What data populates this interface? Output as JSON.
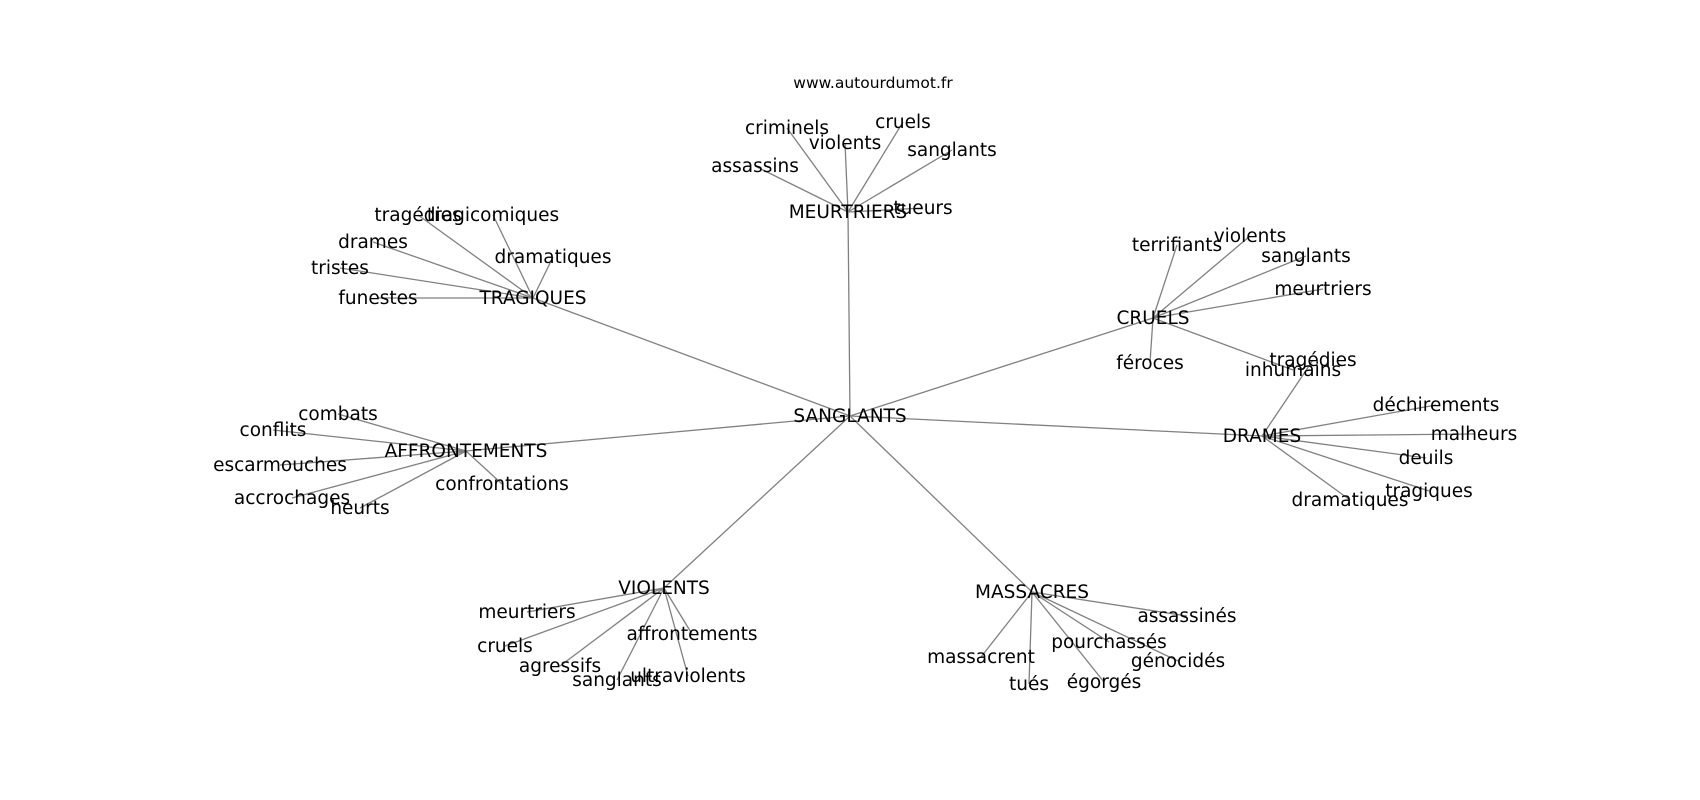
{
  "site": "www.autourdumot.fr",
  "center": "SANGLANTS",
  "groups": [
    {
      "hub": "MEURTRIERS",
      "leaves": [
        "assassins",
        "criminels",
        "violents",
        "cruels",
        "sanglants",
        "tueurs"
      ]
    },
    {
      "hub": "TRAGIQUES",
      "leaves": [
        "tragédies",
        "tragicomiques",
        "drames",
        "dramatiques",
        "tristes",
        "funestes"
      ]
    },
    {
      "hub": "CRUELS",
      "leaves": [
        "terrifiants",
        "violents",
        "sanglants",
        "meurtriers",
        "féroces",
        "inhumains"
      ]
    },
    {
      "hub": "AFFRONTEMENTS",
      "leaves": [
        "combats",
        "conflits",
        "escarmouches",
        "accrochages",
        "heurts",
        "confrontations"
      ]
    },
    {
      "hub": "DRAMES",
      "leaves": [
        "tragédies",
        "déchirements",
        "malheurs",
        "deuils",
        "tragiques",
        "dramatiques"
      ]
    },
    {
      "hub": "VIOLENTS",
      "leaves": [
        "meurtriers",
        "cruels",
        "agressifs",
        "sanglants",
        "ultraviolents",
        "affrontements"
      ]
    },
    {
      "hub": "MASSACRES",
      "leaves": [
        "assassinés",
        "pourchassés",
        "génocidés",
        "égorgés",
        "tués",
        "massacrent"
      ]
    }
  ],
  "colors": {
    "edge": "#808080",
    "text": "#000000",
    "background": "#ffffff"
  }
}
